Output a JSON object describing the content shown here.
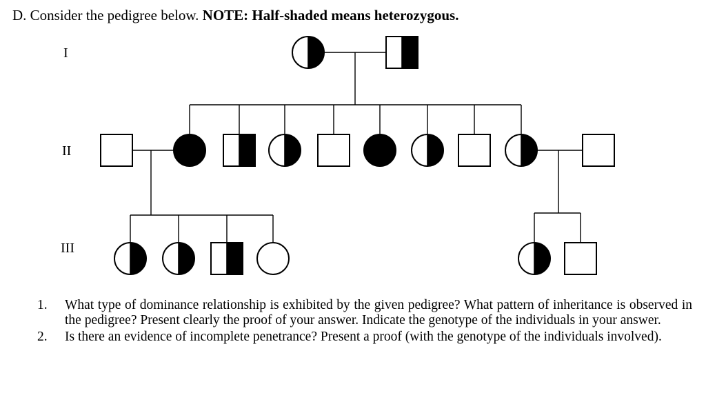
{
  "heading": {
    "prefix": "D. Consider the pedigree below. ",
    "note": "NOTE: Half-shaded means heterozygous."
  },
  "generations": [
    "I",
    "II",
    "III"
  ],
  "pedigree": {
    "generation_I": [
      {
        "id": "I-1",
        "sex": "female",
        "phenotype": "heterozygous"
      },
      {
        "id": "I-2",
        "sex": "male",
        "phenotype": "heterozygous"
      }
    ],
    "generation_II": [
      {
        "id": "II-1",
        "sex": "male",
        "phenotype": "unaffected",
        "note": "married-in"
      },
      {
        "id": "II-2",
        "sex": "female",
        "phenotype": "affected"
      },
      {
        "id": "II-3",
        "sex": "male",
        "phenotype": "heterozygous"
      },
      {
        "id": "II-4",
        "sex": "female",
        "phenotype": "heterozygous"
      },
      {
        "id": "II-5",
        "sex": "male",
        "phenotype": "unaffected"
      },
      {
        "id": "II-6",
        "sex": "female",
        "phenotype": "affected"
      },
      {
        "id": "II-7",
        "sex": "female",
        "phenotype": "heterozygous"
      },
      {
        "id": "II-8",
        "sex": "male",
        "phenotype": "unaffected"
      },
      {
        "id": "II-9",
        "sex": "female",
        "phenotype": "heterozygous"
      },
      {
        "id": "II-10",
        "sex": "male",
        "phenotype": "unaffected",
        "note": "married-in"
      }
    ],
    "generation_III": [
      {
        "id": "III-1",
        "sex": "female",
        "phenotype": "heterozygous"
      },
      {
        "id": "III-2",
        "sex": "female",
        "phenotype": "heterozygous"
      },
      {
        "id": "III-3",
        "sex": "male",
        "phenotype": "heterozygous"
      },
      {
        "id": "III-4",
        "sex": "female",
        "phenotype": "unaffected"
      },
      {
        "id": "III-5",
        "sex": "female",
        "phenotype": "heterozygous"
      },
      {
        "id": "III-6",
        "sex": "male",
        "phenotype": "unaffected"
      }
    ]
  },
  "questions": [
    {
      "number": "1.",
      "text": "What type of dominance relationship is exhibited by the given pedigree? What pattern of inheritance is observed in the pedigree? Present clearly the proof of your answer. Indicate the genotype of the individuals in your answer."
    },
    {
      "number": "2.",
      "text": "Is there an evidence of incomplete penetrance? Present a proof (with the genotype of the individuals involved)."
    }
  ]
}
